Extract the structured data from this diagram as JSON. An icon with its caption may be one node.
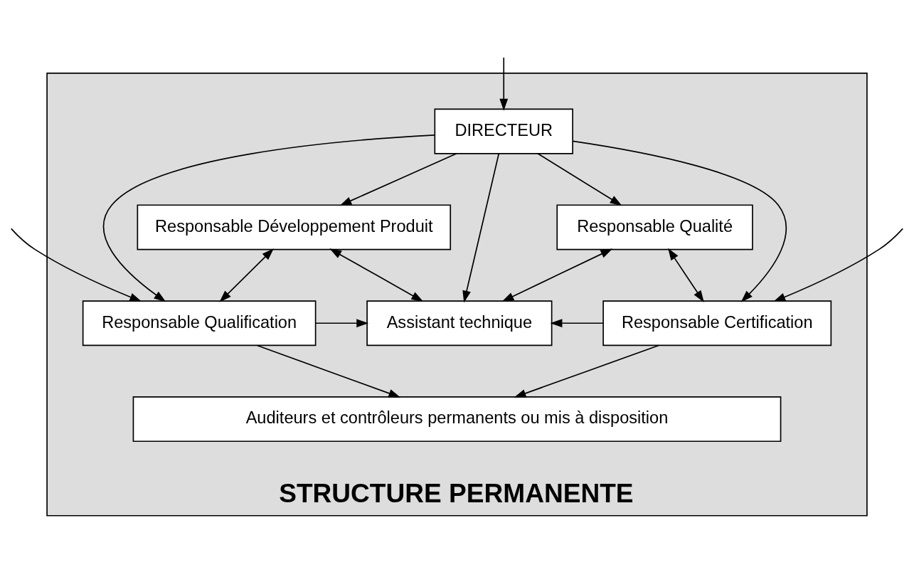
{
  "diagram": {
    "nodes": [
      {
        "text": [
          "STRUCTURE PERMANENTE"
        ]
      },
      {
        "text": [
          "DIRECTEUR"
        ],
        "in": 0
      },
      {
        "text": [
          "Responsable Développement Produit"
        ],
        "in": 0
      },
      {
        "text": [
          "Responsable Qualité"
        ],
        "in": 0
      },
      {
        "text": [
          "Responsable Qualification"
        ],
        "in": 0
      },
      {
        "text": [
          "Assistant technique"
        ],
        "in": 0
      },
      {
        "text": [
          "Responsable Certification"
        ],
        "in": 0
      },
      {
        "text": [
          "Auditeurs et contrôleurs permanents ou mis à disposition"
        ],
        "in": 0
      }
    ],
    "edges": [
      {
        "from": null,
        "to": 1,
        "arrow": "to"
      },
      {
        "from": null,
        "to": 4,
        "arrow": "to"
      },
      {
        "from": null,
        "to": 6,
        "arrow": "to"
      },
      {
        "from": 1,
        "to": 4,
        "arrow": "to"
      },
      {
        "from": 1,
        "to": 6,
        "arrow": "to"
      },
      {
        "from": 1,
        "to": 2,
        "arrow": "to"
      },
      {
        "from": 1,
        "to": 3,
        "arrow": "to"
      },
      {
        "from": 1,
        "to": 5,
        "arrow": "to"
      },
      {
        "from": 2,
        "to": 4,
        "arrow": "both"
      },
      {
        "from": 2,
        "to": 5,
        "arrow": "both"
      },
      {
        "from": 3,
        "to": 5,
        "arrow": "both"
      },
      {
        "from": 3,
        "to": 6,
        "arrow": "both"
      },
      {
        "from": 4,
        "to": 5,
        "arrow": "to"
      },
      {
        "from": 6,
        "to": 5,
        "arrow": "to"
      },
      {
        "from": 4,
        "to": 7,
        "arrow": "to"
      },
      {
        "from": 6,
        "to": 7,
        "arrow": "to"
      }
    ]
  }
}
